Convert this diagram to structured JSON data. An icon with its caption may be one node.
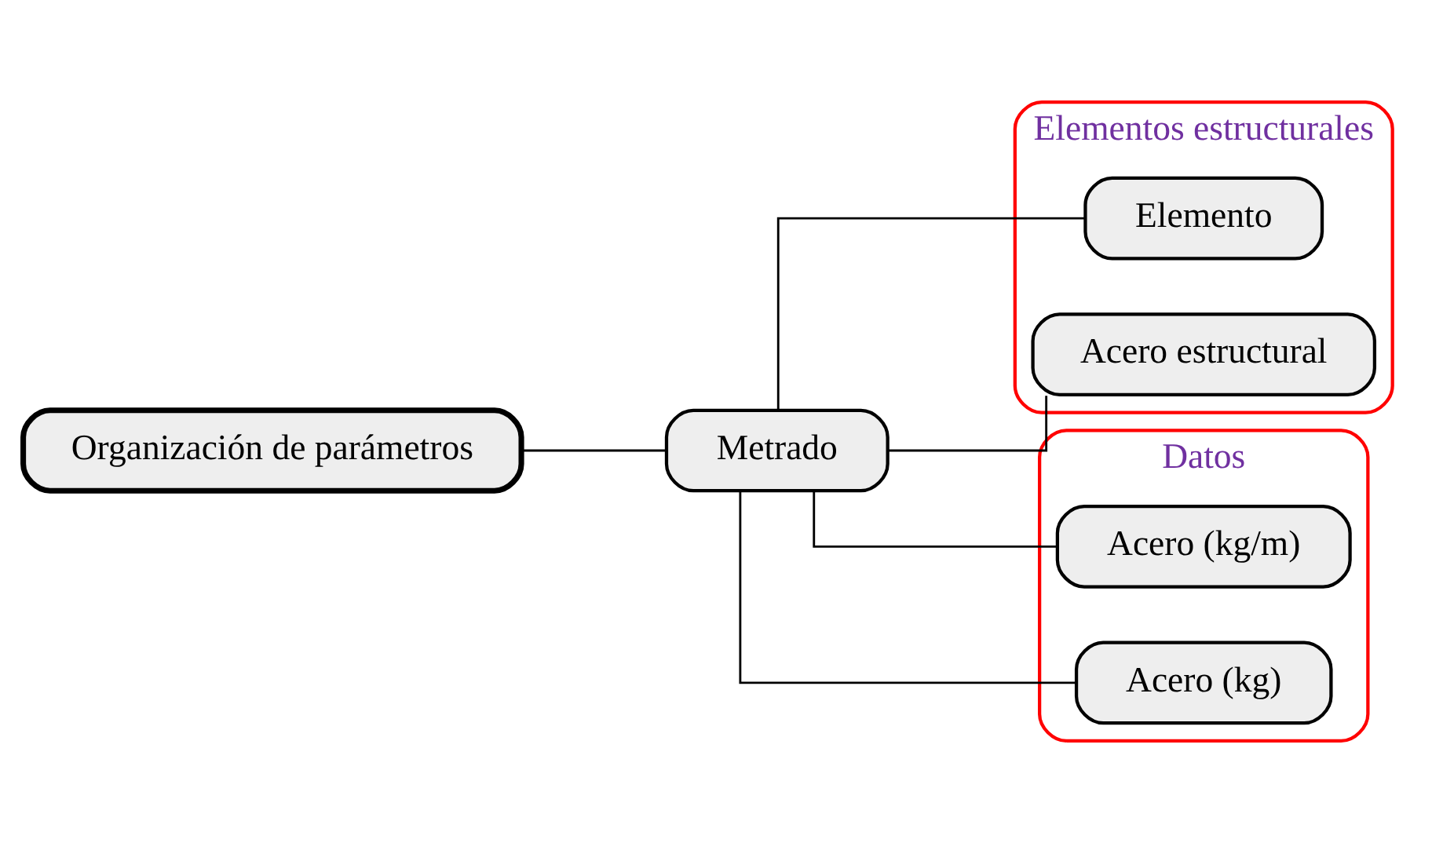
{
  "diagram": {
    "nodes": [
      {
        "text": [
          "Organización de parámetros"
        ]
      },
      {
        "text": [
          "Elementos estructurales"
        ]
      },
      {
        "text": [
          "Elemento"
        ],
        "in": 1
      },
      {
        "text": [
          "Acero estructural"
        ],
        "in": 1
      },
      {
        "text": [
          "Metrado"
        ]
      },
      {
        "text": [
          "Datos"
        ]
      },
      {
        "text": [
          "Acero (kg/m)"
        ],
        "in": 5
      },
      {
        "text": [
          "Acero (kg)"
        ],
        "in": 5
      }
    ],
    "edges": [
      {
        "from": 0,
        "to": 4,
        "arrow": "none"
      },
      {
        "from": 4,
        "to": 2,
        "arrow": "none"
      },
      {
        "from": 4,
        "to": 3,
        "arrow": "none"
      },
      {
        "from": 4,
        "to": 6,
        "arrow": "none"
      },
      {
        "from": 4,
        "to": 7,
        "arrow": "none"
      }
    ]
  }
}
